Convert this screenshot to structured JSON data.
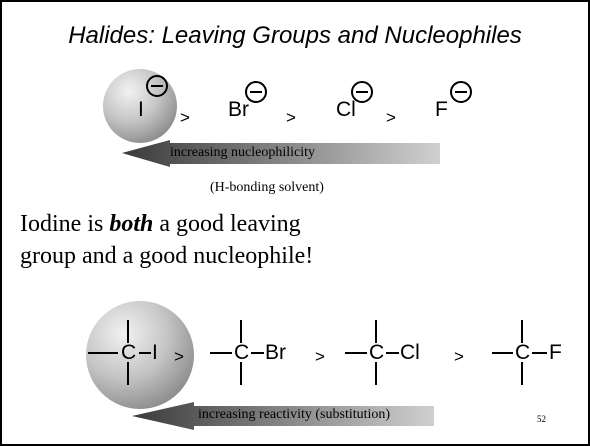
{
  "title": "Halides: Leaving Groups and Nucleophiles",
  "halides": {
    "items": [
      "I",
      "Br",
      "Cl",
      "F"
    ],
    "separator": ">",
    "arrow_label": "increasing nucleophilicity",
    "solvent_note": "(H-bonding solvent)"
  },
  "statement": {
    "part1": "Iodine is ",
    "emphasis": "both",
    "part2": " a good leaving",
    "line2": "group and a good nucleophile!"
  },
  "alkyl_halides": {
    "carbon": "C",
    "substituents": [
      "I",
      "Br",
      "Cl",
      "F"
    ],
    "separator": ">",
    "arrow_label": "increasing reactivity (substitution)"
  },
  "page_number": "52",
  "colors": {
    "arrow_dark": "#3a3a3a",
    "arrow_light": "#d0d0d0",
    "sphere_light": "#f2f2f2",
    "sphere_dark": "#8c8c8c"
  }
}
